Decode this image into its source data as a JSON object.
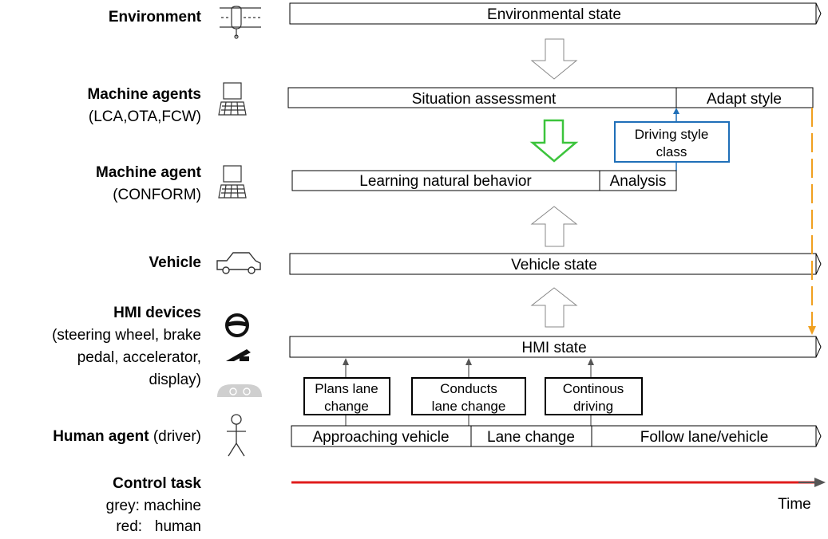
{
  "rows": [
    {
      "id": "environment",
      "bold": "Environment",
      "sub": []
    },
    {
      "id": "machine-agents",
      "bold": "Machine agents",
      "sub": [
        "(LCA,OTA,FCW)"
      ]
    },
    {
      "id": "machine-agent-conform",
      "bold": "Machine agent",
      "sub": [
        "(CONFORM)"
      ]
    },
    {
      "id": "vehicle",
      "bold": "Vehicle",
      "sub": []
    },
    {
      "id": "hmi-devices",
      "bold": "HMI devices",
      "sub": [
        "(steering wheel, brake",
        "pedal, accelerator,",
        "display)"
      ]
    },
    {
      "id": "human-agent",
      "bold": "Human agent",
      "inline": " (driver)",
      "sub": []
    },
    {
      "id": "control-task",
      "bold": "Control task",
      "sub": [
        "grey: machine",
        "red:   human"
      ]
    }
  ],
  "bars": {
    "environmental_state": "Environmental state",
    "situation_assessment": "Situation assessment",
    "adapt_style": "Adapt style",
    "learning_natural_behavior": "Learning natural behavior",
    "analysis": "Analysis",
    "vehicle_state": "Vehicle state",
    "hmi_state": "HMI state",
    "approaching_vehicle": "Approaching vehicle",
    "lane_change": "Lane change",
    "follow_lane_vehicle": "Follow lane/vehicle"
  },
  "boxes": {
    "driving_style_class": [
      "Driving style",
      "class"
    ],
    "plans_lane_change": [
      "Plans lane",
      "change"
    ],
    "conducts_lane_change": [
      "Conducts",
      "lane change"
    ],
    "continous_driving": [
      "Continous",
      "driving"
    ]
  },
  "time_label": "Time",
  "colors": {
    "control_line": "#e01c1c",
    "time_axis": "#555555",
    "green_arrow": "#3cc43c",
    "blue_box": "#1f6fb8",
    "orange_dash": "#f0a020",
    "device_grey": "#cfcfcf"
  }
}
